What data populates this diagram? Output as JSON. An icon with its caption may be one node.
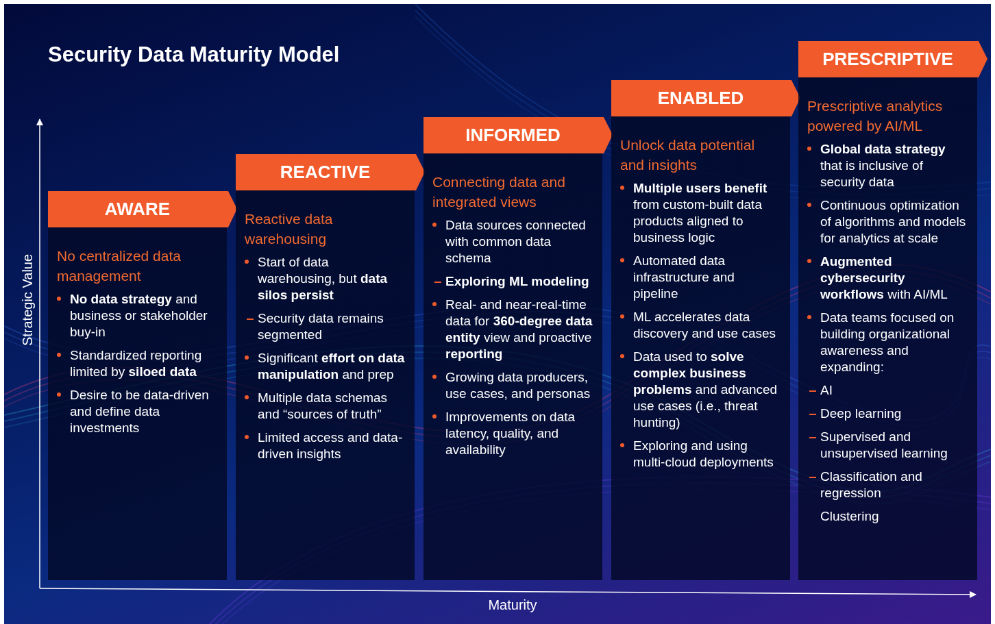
{
  "diagram": {
    "title": "Security Data Maturity Model",
    "nodes": [
      {
        "text": [
          "AWARE",
          "No centralized data management",
          "**No data strategy** and business or stakeholder buy-in",
          "Standardized reporting limited by **siloed data**",
          "Desire to be data-driven and define data investments"
        ]
      },
      {
        "text": [
          "REACTIVE",
          "Reactive data warehousing",
          "Start of data warehousing, but **data silos persist**",
          "Security data remains segmented",
          "Significant **effort on data manipulation** and prep",
          "Multiple data schemas and “sources of truth”",
          "Limited access and data-driven insights"
        ]
      },
      {
        "text": [
          "INFORMED",
          "Connecting data and integrated views",
          "Data sources connected with common data schema",
          "Exploring ML modeling",
          "Real- and near-real-time data for **360-degree data entity** view and proactive **reporting**",
          "Growing data producers, use cases, and personas",
          "Improvements on data latency, quality, and availability"
        ]
      },
      {
        "text": [
          "ENABLED",
          "Unlock data potential and insights",
          "**Multiple users benefit** from custom-built data products aligned to business logic",
          "Automated data infrastructure and pipeline",
          "ML accelerates data discovery and use cases",
          "Data used to **solve complex business problems** and advanced use cases (i.e., threat hunting)",
          "Exploring and using multi-cloud deployments"
        ]
      },
      {
        "text": [
          "PRESCRIPTIVE",
          "Prescriptive analytics powered by AI/ML",
          "**Global data strategy** that is inclusive of security data",
          "Continuous optimization of algorithms and models for analytics at scale",
          "**Augmented cybersecurity workflows** with AI/ML",
          "Data teams focused on building organizational awareness and expanding:",
          "AI",
          "Deep learning",
          "Supervised and unsupervised learning",
          "Classification and regression",
          "Clustering"
        ]
      }
    ],
    "edges": [],
    "labels": [
      "Strategic Value",
      "Maturity"
    ]
  }
}
